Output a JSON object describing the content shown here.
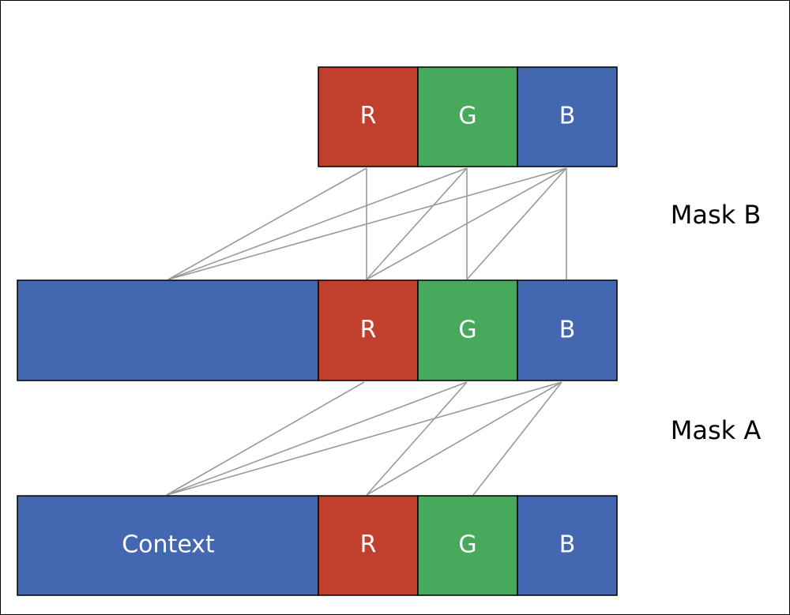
{
  "colors": {
    "red": "#c0402d",
    "green": "#47a95c",
    "blue": "#4467b1",
    "line": "#999999"
  },
  "rows": [
    {
      "id": "top",
      "context_label": null,
      "channels": [
        "R",
        "G",
        "B"
      ]
    },
    {
      "id": "middle",
      "context_label": "",
      "channels": [
        "R",
        "G",
        "B"
      ]
    },
    {
      "id": "bottom",
      "context_label": "Context",
      "channels": [
        "R",
        "G",
        "B"
      ]
    }
  ],
  "masks": {
    "b": "Mask B",
    "a": "Mask A"
  }
}
